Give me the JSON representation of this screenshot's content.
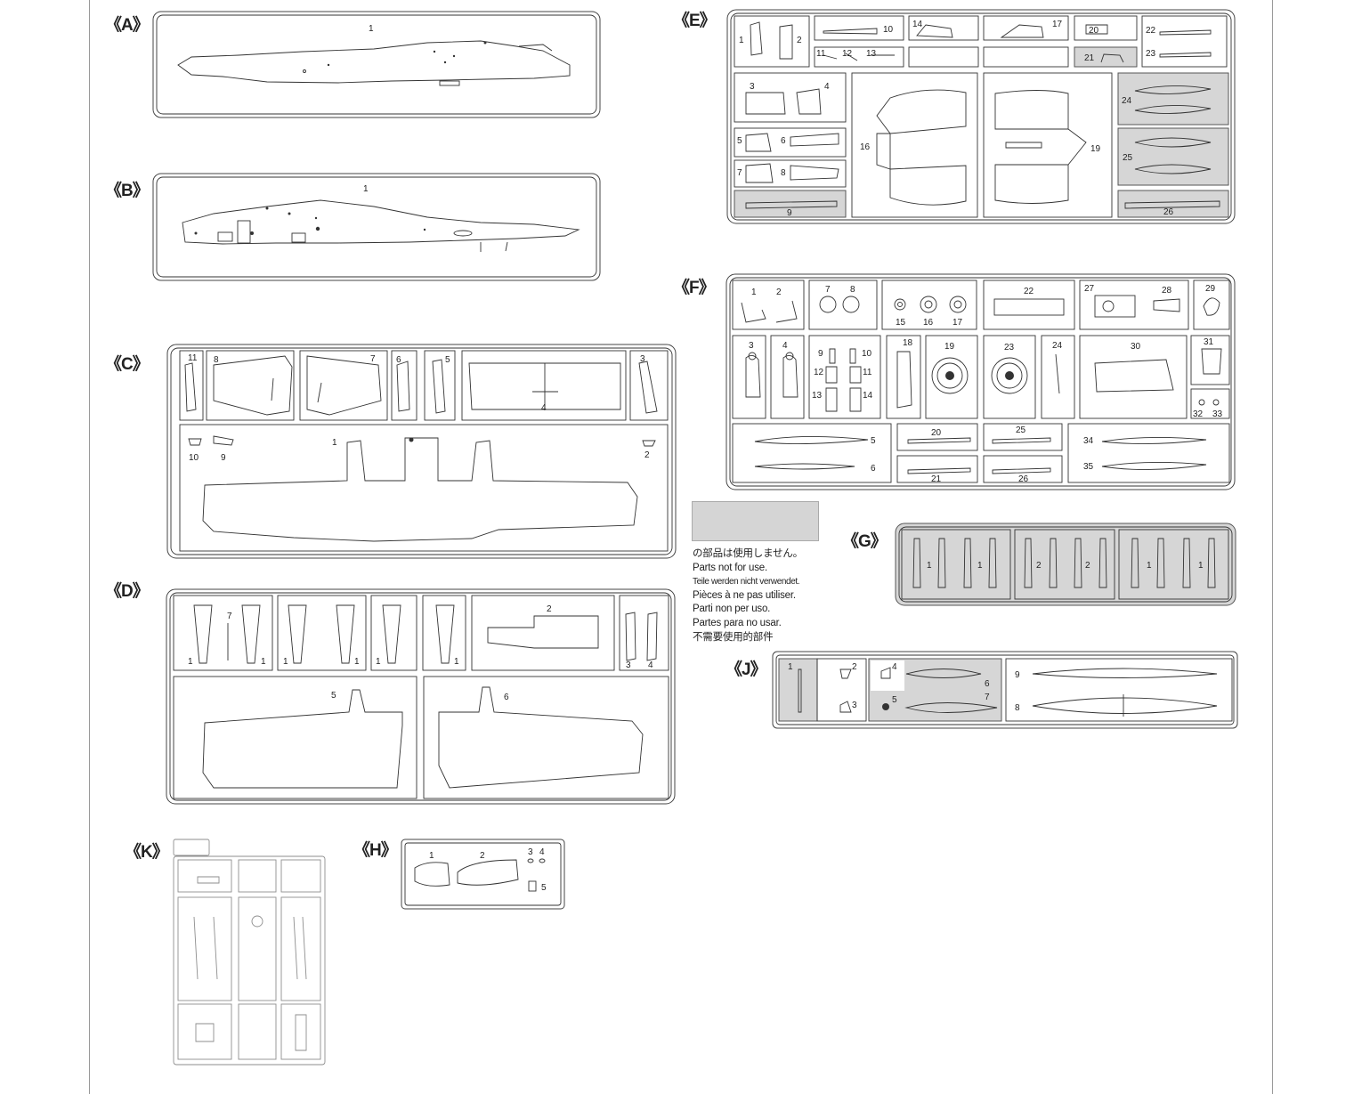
{
  "legend": {
    "swatch_color": "#d5d5d5",
    "lines": [
      "の部品は使用しません。",
      "Parts not for use.",
      "Teile werden nicht verwendet.",
      "Pièces à ne pas utiliser.",
      "Parti non per uso.",
      "Partes para no usar.",
      "不需要使用的部件"
    ]
  },
  "sprues": {
    "A": {
      "label": "《A》",
      "parts": [
        "1"
      ]
    },
    "B": {
      "label": "《B》",
      "parts": [
        "1"
      ]
    },
    "C": {
      "label": "《C》",
      "parts": [
        "11",
        "8",
        "7",
        "6",
        "5",
        "4",
        "3",
        "10",
        "9",
        "1",
        "2"
      ]
    },
    "D": {
      "label": "《D》",
      "parts": [
        "7",
        "1",
        "1",
        "1",
        "1",
        "1",
        "1",
        "1",
        "2",
        "3",
        "4",
        "5",
        "6"
      ]
    },
    "E": {
      "label": "《E》",
      "parts": [
        "1",
        "2",
        "10",
        "11",
        "12",
        "13",
        "14",
        "17",
        "20",
        "21",
        "22",
        "23",
        "3",
        "4",
        "5",
        "6",
        "7",
        "8",
        "9",
        "16",
        "19",
        "24",
        "25",
        "26"
      ]
    },
    "F": {
      "label": "《F》",
      "parts": [
        "1",
        "2",
        "7",
        "8",
        "15",
        "16",
        "17",
        "22",
        "27",
        "28",
        "29",
        "3",
        "4",
        "9",
        "10",
        "12",
        "11",
        "13",
        "14",
        "18",
        "19",
        "23",
        "24",
        "30",
        "31",
        "32",
        "33",
        "5",
        "6",
        "20",
        "21",
        "25",
        "26",
        "34",
        "35"
      ]
    },
    "G": {
      "label": "《G》",
      "parts": [
        "1",
        "1",
        "2",
        "2",
        "1",
        "1"
      ]
    },
    "J": {
      "label": "《J》",
      "parts": [
        "1",
        "2",
        "3",
        "4",
        "5",
        "6",
        "7",
        "8",
        "9"
      ]
    },
    "K": {
      "label": "《K》",
      "parts": []
    },
    "H": {
      "label": "《H》",
      "parts": [
        "1",
        "2",
        "3",
        "4",
        "5"
      ]
    }
  },
  "colors": {
    "not_used": "#d6d6d6",
    "line": "#333333"
  }
}
